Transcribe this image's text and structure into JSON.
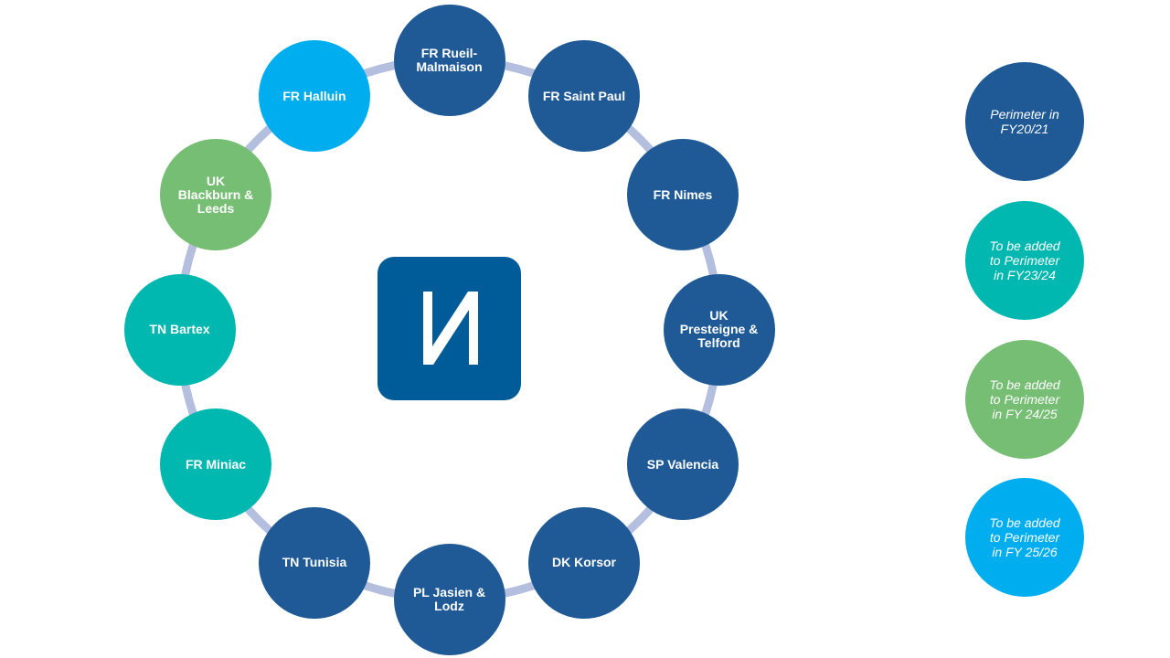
{
  "colors": {
    "perimeter_fy20_21": "#1f5a96",
    "added_fy23_24": "#00b8b0",
    "added_fy24_25": "#77be75",
    "added_fy25_26": "#00aeef",
    "connector": "#b4bfdf",
    "logo_bg": "#005b99"
  },
  "logo": {
    "icon": "company-logo-icon"
  },
  "sites": [
    {
      "label": "FR Rueil-\nMalmaison",
      "group": "perimeter_fy20_21"
    },
    {
      "label": "FR Saint Paul",
      "group": "perimeter_fy20_21"
    },
    {
      "label": "FR Nimes",
      "group": "perimeter_fy20_21"
    },
    {
      "label": "UK\nPresteigne &\nTelford",
      "group": "perimeter_fy20_21"
    },
    {
      "label": "SP Valencia",
      "group": "perimeter_fy20_21"
    },
    {
      "label": "DK Korsor",
      "group": "perimeter_fy20_21"
    },
    {
      "label": "PL Jasien &\nLodz",
      "group": "perimeter_fy20_21"
    },
    {
      "label": "TN Tunisia",
      "group": "perimeter_fy20_21"
    },
    {
      "label": "FR Miniac",
      "group": "added_fy23_24"
    },
    {
      "label": "TN Bartex",
      "group": "added_fy23_24"
    },
    {
      "label": "UK\nBlackburn &\nLeeds",
      "group": "added_fy24_25"
    },
    {
      "label": "FR Halluin",
      "group": "added_fy25_26"
    }
  ],
  "legend": [
    {
      "label": "Perimeter in\nFY20/21",
      "group": "perimeter_fy20_21"
    },
    {
      "label": "To be added\nto Perimeter\nin FY23/24",
      "group": "added_fy23_24"
    },
    {
      "label": "To be added\nto Perimeter\nin FY 24/25",
      "group": "added_fy24_25"
    },
    {
      "label": "To be added\nto Perimeter\nin FY 25/26",
      "group": "added_fy25_26"
    }
  ]
}
